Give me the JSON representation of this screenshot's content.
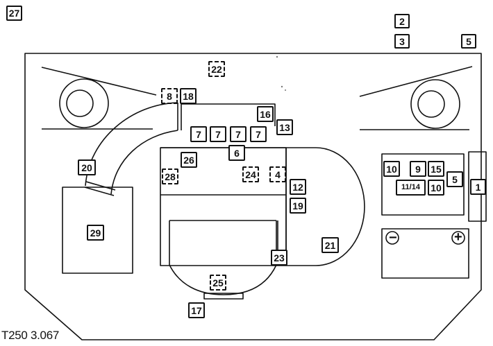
{
  "caption": "T250 3.067",
  "battery": {
    "minus": "−",
    "plus": "+"
  },
  "labels": {
    "l27": "27",
    "l2": "2",
    "l3": "3",
    "l5a": "5",
    "l22": "22",
    "l8": "8",
    "l18": "18",
    "l16": "16",
    "l13": "13",
    "l7a": "7",
    "l7b": "7",
    "l7c": "7",
    "l7d": "7",
    "l6": "6",
    "l26": "26",
    "l28": "28",
    "l24": "24",
    "l4": "4",
    "l20": "20",
    "l29": "29",
    "l12": "12",
    "l19": "19",
    "l21": "21",
    "l23": "23",
    "l25": "25",
    "l17": "17",
    "l10a": "10",
    "l9": "9",
    "l15": "15",
    "l1114": "11/14",
    "l10b": "10",
    "l5b": "5",
    "l1": "1"
  }
}
